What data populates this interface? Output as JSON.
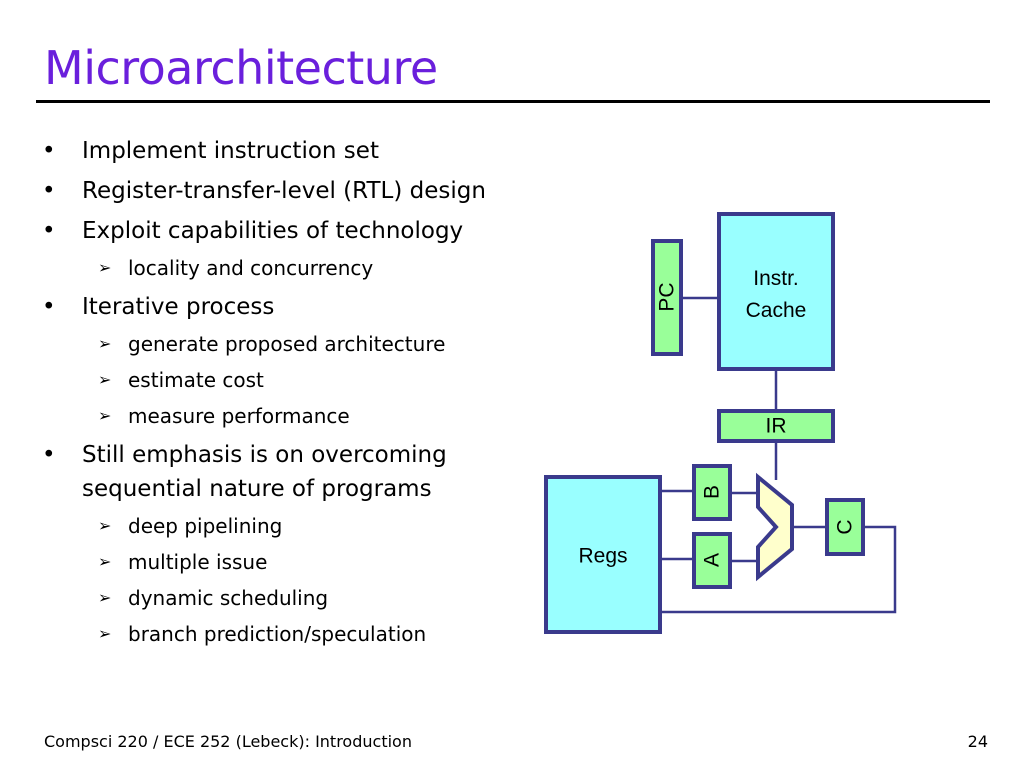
{
  "slide": {
    "title": "Microarchitecture",
    "bullets": [
      {
        "text": "Implement instruction set",
        "sub": []
      },
      {
        "text": "Register-transfer-level (RTL) design",
        "sub": []
      },
      {
        "text": "Exploit capabilities of technology",
        "sub": [
          "locality and concurrency"
        ]
      },
      {
        "text": "Iterative process",
        "sub": [
          "generate proposed architecture",
          "estimate cost",
          "measure performance"
        ]
      },
      {
        "text": "Still emphasis is on overcoming sequential nature of programs",
        "sub": [
          "deep pipelining",
          "multiple issue",
          "dynamic scheduling",
          "branch prediction/speculation"
        ]
      }
    ],
    "bullet_glyph": "•",
    "sub_glyph": "➢"
  },
  "diagram": {
    "pc": "PC",
    "cache_line1": "Instr.",
    "cache_line2": "Cache",
    "ir": "IR",
    "regs": "Regs",
    "b": "B",
    "a": "A",
    "c": "C",
    "colors": {
      "cyan": "#99ffff",
      "green": "#99ff99",
      "alu": "#ffffcc",
      "stroke": "#3a3a8c"
    }
  },
  "footer": {
    "left": "Compsci 220 / ECE 252 (Lebeck): Introduction",
    "page": "24"
  }
}
